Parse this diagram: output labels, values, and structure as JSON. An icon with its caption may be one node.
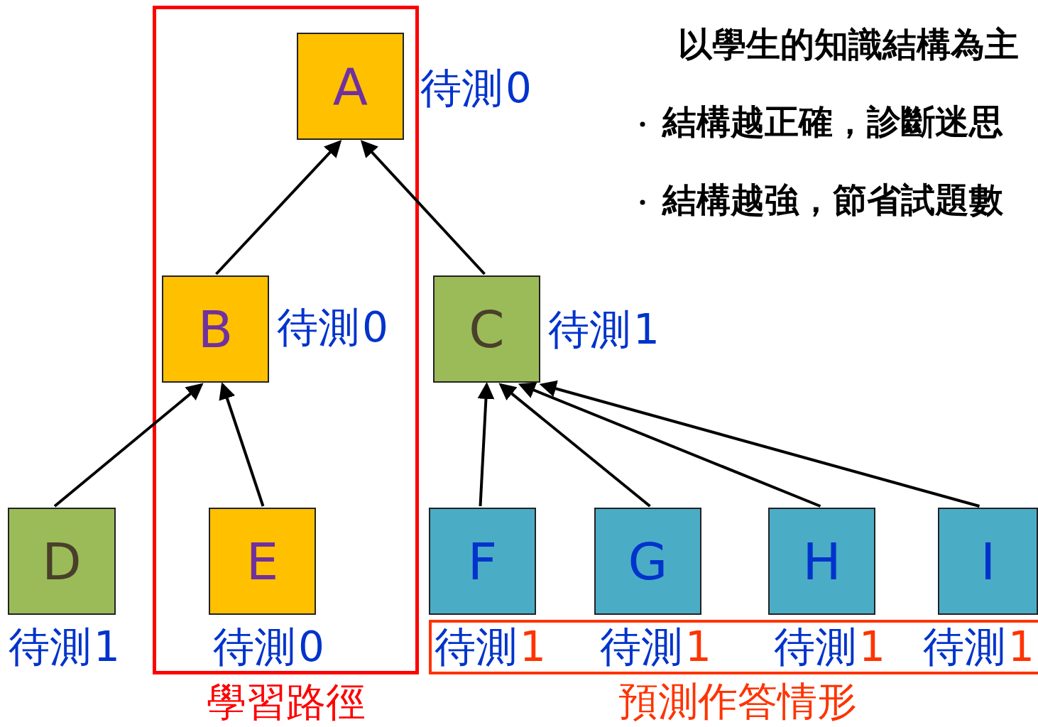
{
  "diagram": {
    "nodes": [
      {
        "text": [
          "學習路徑"
        ]
      },
      {
        "text": [
          "A"
        ],
        "in": 0,
        "beside": [
          "待測",
          "0"
        ]
      },
      {
        "text": [
          "B"
        ],
        "in": 0,
        "beside": [
          "待測",
          "0"
        ]
      },
      {
        "text": [
          "C"
        ],
        "beside": [
          "待測",
          "1"
        ]
      },
      {
        "text": [
          "D"
        ],
        "beside": [
          "待測",
          "1"
        ]
      },
      {
        "text": [
          "E"
        ],
        "in": 0,
        "beside": [
          "待測",
          "0"
        ]
      },
      {
        "text": [
          "F"
        ],
        "beside": [
          "待測",
          "1"
        ]
      },
      {
        "text": [
          "G"
        ],
        "beside": [
          "待測",
          "1"
        ]
      },
      {
        "text": [
          "H"
        ],
        "beside": [
          "待測",
          "1"
        ]
      },
      {
        "text": [
          "I"
        ],
        "beside": [
          "待測",
          "1"
        ]
      },
      {
        "text": [
          "預測作答情形"
        ]
      }
    ],
    "edges": [
      {
        "from": 2,
        "to": 1,
        "arrow": "to"
      },
      {
        "from": 3,
        "to": 1,
        "arrow": "to"
      },
      {
        "from": 4,
        "to": 2,
        "arrow": "to"
      },
      {
        "from": 5,
        "to": 2,
        "arrow": "to"
      },
      {
        "from": 6,
        "to": 3,
        "arrow": "to"
      },
      {
        "from": 7,
        "to": 3,
        "arrow": "to"
      },
      {
        "from": 8,
        "to": 3,
        "arrow": "to"
      },
      {
        "from": 9,
        "to": 3,
        "arrow": "to"
      }
    ],
    "labels": [
      "以學生的知識結構為主",
      "結構越正確，診斷迷思",
      "結構越強，節省試題數"
    ]
  }
}
